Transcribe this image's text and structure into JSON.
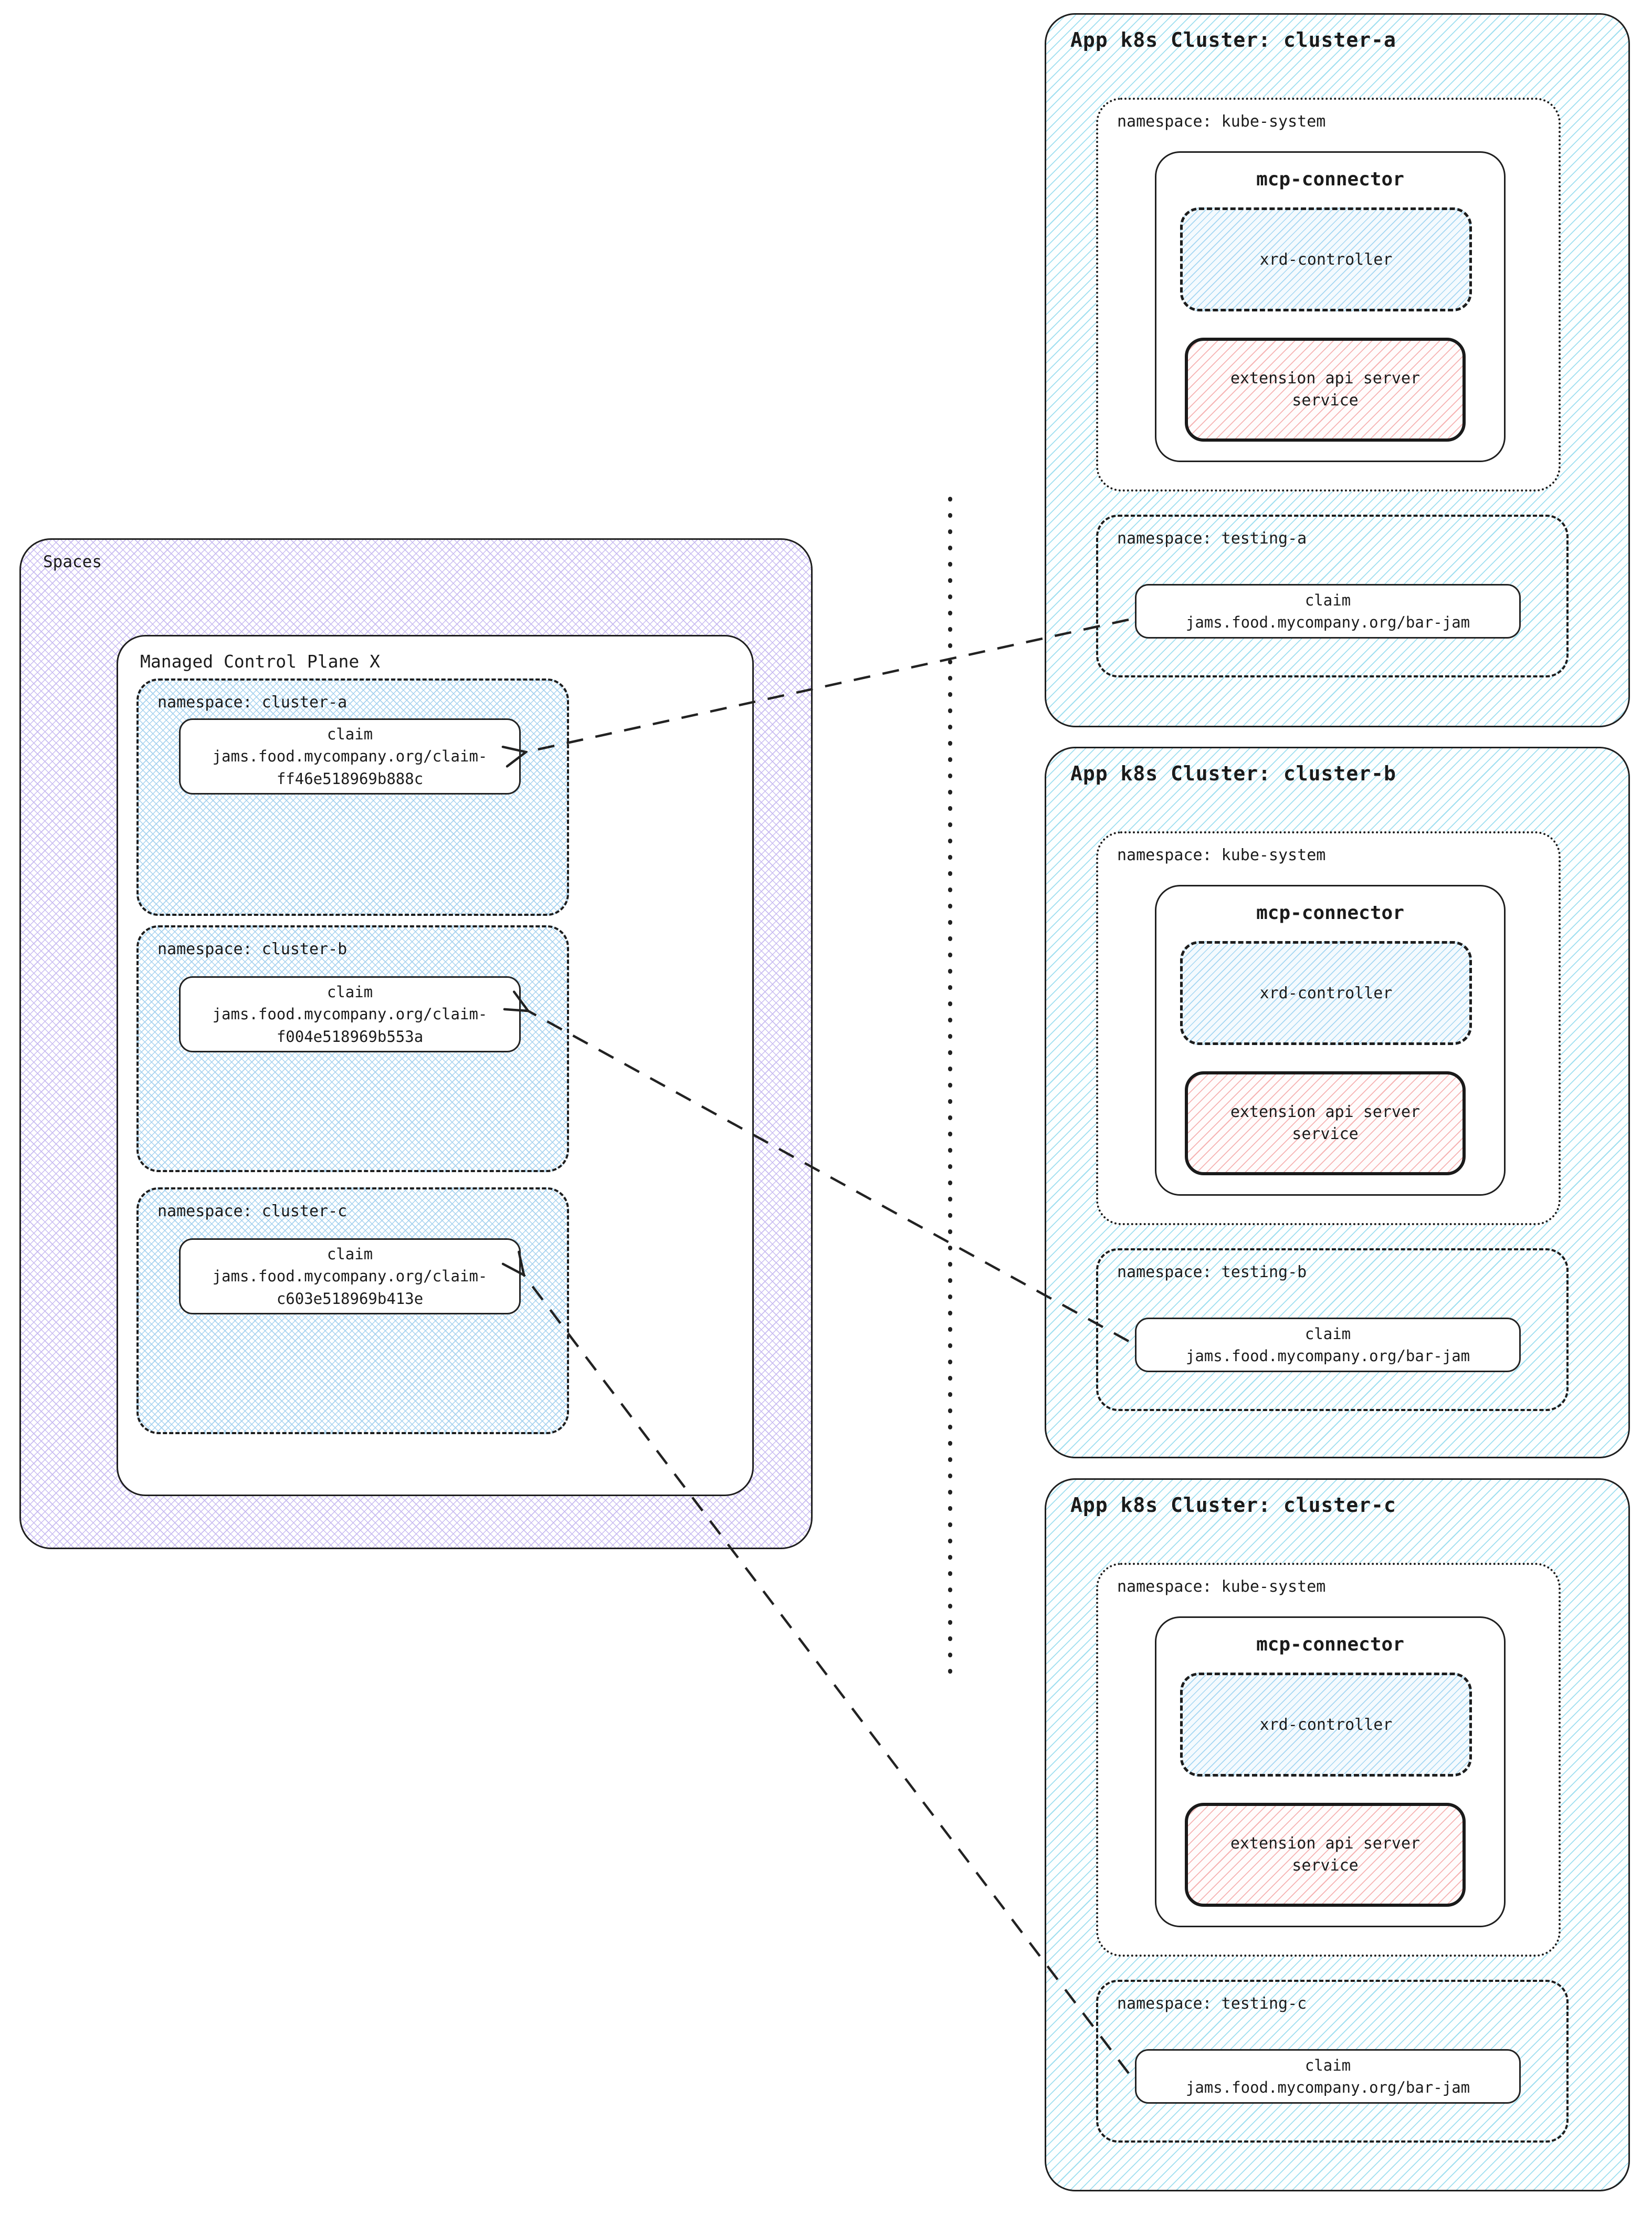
{
  "colors": {
    "border": "#1f1f1f",
    "cluster_hatch": "#9fdff0",
    "spaces_hatch": "#c8bbf1",
    "namespace_hatch": "#a6d2ef",
    "controller_hatch": "#a4d6f2",
    "extension_hatch": "#f6b3b3"
  },
  "spaces": {
    "title": "Spaces",
    "control_plane": {
      "title": "Managed Control Plane X",
      "namespaces": [
        {
          "label": "namespace: cluster-a",
          "claim": {
            "title": "claim",
            "line1": "jams.food.mycompany.org/claim-",
            "line2": "ff46e518969b888c"
          }
        },
        {
          "label": "namespace: cluster-b",
          "claim": {
            "title": "claim",
            "line1": "jams.food.mycompany.org/claim-",
            "line2": "f004e518969b553a"
          }
        },
        {
          "label": "namespace: cluster-c",
          "claim": {
            "title": "claim",
            "line1": "jams.food.mycompany.org/claim-",
            "line2": "c603e518969b413e"
          }
        }
      ]
    }
  },
  "clusters": [
    {
      "title": "App k8s Cluster: cluster-a",
      "kube_namespace": {
        "label": "namespace: kube-system",
        "connector": {
          "title": "mcp-connector",
          "controller_label": "xrd-controller",
          "extension_line1": "extension api server",
          "extension_line2": "service"
        }
      },
      "testing_namespace": {
        "label": "namespace: testing-a",
        "claim": {
          "title": "claim",
          "value": "jams.food.mycompany.org/bar-jam"
        }
      }
    },
    {
      "title": "App k8s Cluster: cluster-b",
      "kube_namespace": {
        "label": "namespace: kube-system",
        "connector": {
          "title": "mcp-connector",
          "controller_label": "xrd-controller",
          "extension_line1": "extension api server",
          "extension_line2": "service"
        }
      },
      "testing_namespace": {
        "label": "namespace: testing-b",
        "claim": {
          "title": "claim",
          "value": "jams.food.mycompany.org/bar-jam"
        }
      }
    },
    {
      "title": "App k8s Cluster: cluster-c",
      "kube_namespace": {
        "label": "namespace: kube-system",
        "connector": {
          "title": "mcp-connector",
          "controller_label": "xrd-controller",
          "extension_line1": "extension api server",
          "extension_line2": "service"
        }
      },
      "testing_namespace": {
        "label": "namespace: testing-c",
        "claim": {
          "title": "claim",
          "value": "jams.food.mycompany.org/bar-jam"
        }
      }
    }
  ]
}
